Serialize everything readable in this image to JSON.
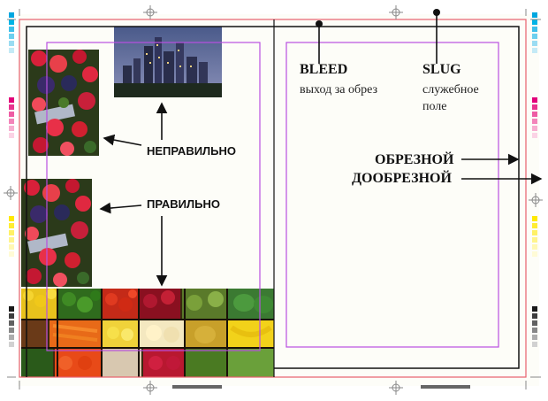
{
  "labels": {
    "wrong": "НЕПРАВИЛЬНО",
    "right": "ПРАВИЛЬНО",
    "bleed_title": "BLEED",
    "bleed_desc": "выход за обрез",
    "slug_title": "SLUG",
    "slug_desc_1": "служебное",
    "slug_desc_2": "поле",
    "trim": "ОБРЕЗНОЙ",
    "pretrim": "ДООБРЕЗНОЙ"
  },
  "colors": {
    "bleed_line": "#e8606c",
    "margin_line": "#b84fe0",
    "trim_line": "#111111",
    "background": "#fdfdf8"
  }
}
